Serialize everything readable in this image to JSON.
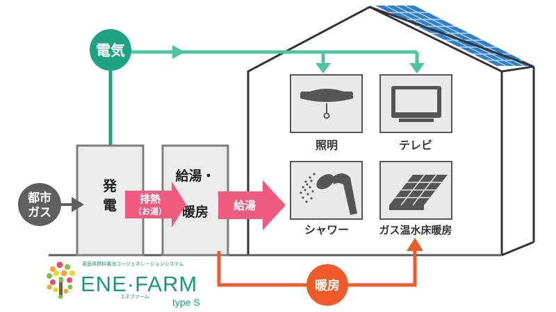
{
  "electricity": {
    "label": "電気",
    "color": "#1ea382",
    "line_color": "#4fc4a2"
  },
  "city_gas": {
    "line1": "都市",
    "line2": "ガス",
    "color": "#5f5f5f"
  },
  "generator": {
    "char1": "発",
    "char2": "電"
  },
  "waste_heat": {
    "label": "排熱",
    "sub": "（お湯）",
    "color": "#ef5a7f"
  },
  "hot_water_unit": {
    "line1": "給湯・",
    "line2": "暖房"
  },
  "hot_water_supply": {
    "label": "給湯",
    "color": "#ef5a7f"
  },
  "heating": {
    "label": "暖房",
    "color": "#ef5a2b"
  },
  "appliances": [
    {
      "label": "照明",
      "icon": "ceiling-light-icon"
    },
    {
      "label": "テレビ",
      "icon": "tv-icon"
    },
    {
      "label": "シャワー",
      "icon": "shower-icon"
    },
    {
      "label": "ガス温水床暖房",
      "icon": "floor-heating-icon"
    }
  ],
  "logo": {
    "tagline": "家庭用燃料電池コージェネレーションシステム",
    "name": "ENE·FARM",
    "kana": "エネファーム",
    "type": "type S",
    "color": "#1a9a72"
  }
}
